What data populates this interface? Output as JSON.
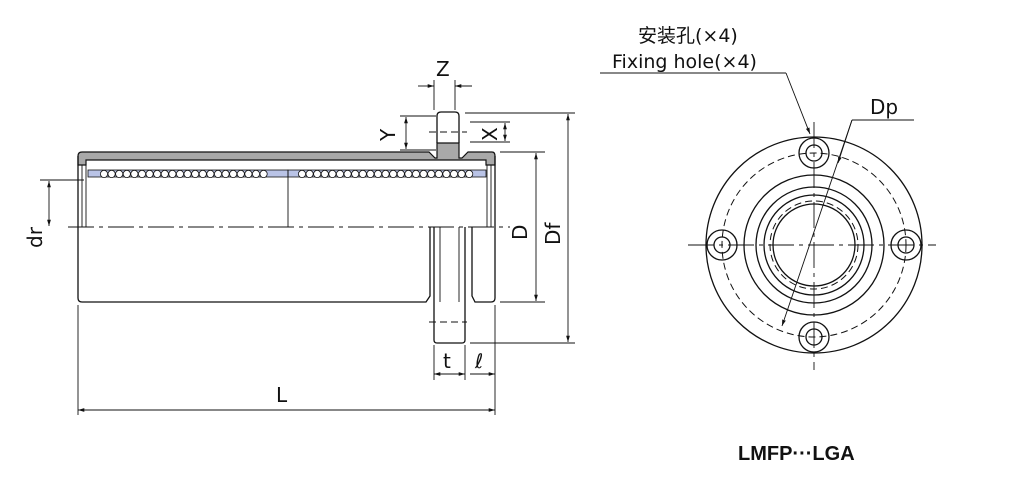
{
  "labels": {
    "z": "Z",
    "y": "Y",
    "x": "X",
    "dr": "dr",
    "d": "D",
    "df": "Df",
    "t": "t",
    "l_small": "ℓ",
    "l": "L",
    "dp": "Dp"
  },
  "notes": {
    "fixing_hole_cn": "安装孔(×4)",
    "fixing_hole_en": "Fixing hole(×4)"
  },
  "model": "LMFP···LGA",
  "colors": {
    "shell": "#a9a9a9",
    "retainer": "#b9c3e6"
  }
}
